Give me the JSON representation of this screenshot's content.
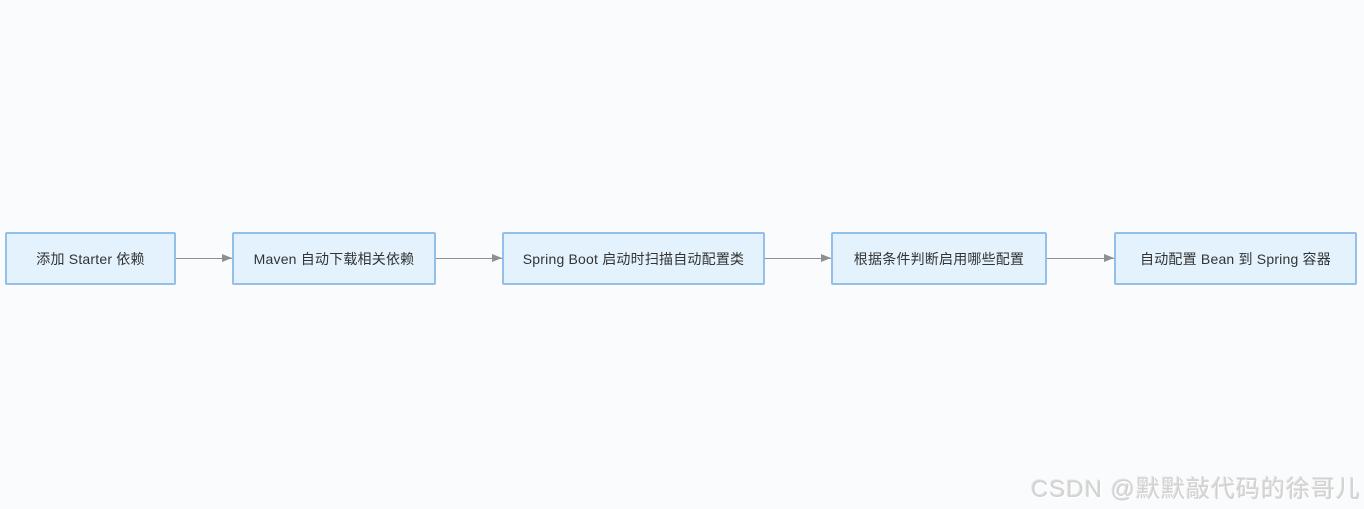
{
  "canvas": {
    "background": "#fafbfc"
  },
  "flow": {
    "type": "flowchart",
    "direction": "left-to-right",
    "box_fill": "#e3f2fd",
    "box_border": "#94bfe8",
    "text_color": "#333333",
    "arrow_color": "#8f8f8f",
    "steps": [
      {
        "label": "添加 Starter 依赖"
      },
      {
        "label": "Maven 自动下载相关依赖"
      },
      {
        "label": "Spring Boot 启动时扫描自动配置类"
      },
      {
        "label": "根据条件判断启用哪些配置"
      },
      {
        "label": "自动配置 Bean 到 Spring 容器"
      }
    ]
  },
  "watermark": {
    "text": "CSDN @默默敲代码的徐哥儿",
    "color": "#d2d2d2"
  }
}
